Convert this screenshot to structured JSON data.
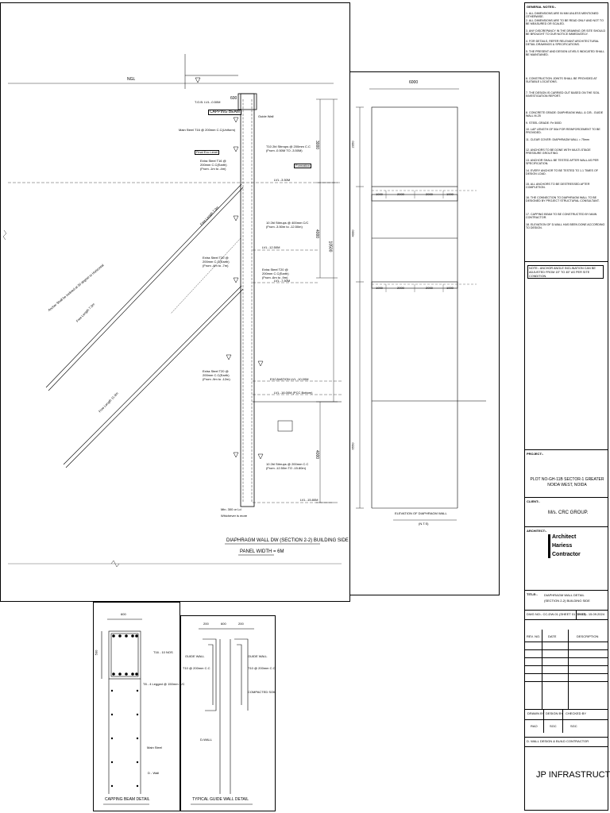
{
  "section_drawing": {
    "title": "DIAPHRAGM WALL DW  (SECTION  2-2)  BUILDING SIDE",
    "subtitle": "PANEL WIDTH = 6M",
    "labels": {
      "ngl": "NGL",
      "capping_beam": "CAPPING BEAM",
      "guide_wall": "Guide Wall",
      "main_steel_1": "Main Steel T16 @ 200mm C.C(Uniform)",
      "stirrups_1": "T10 2bl Stirrups @ 200mm C.C (From -0.50M TO -3.50M)",
      "stirrups_2": "10 2bl Stirrups @ 400mm C/C (From -3.50m to -12.50m)",
      "stirrups_3": "10 2bl Stirrups @ 200mm C.C (From -12.50m TO -15.80m)",
      "extra_steel_1": "Extra Steel T16 @ 200mm C.C(Earth) (From -1m to -4m)",
      "extra_steel_2": "Extra Steel T20 @ 200mm C.C(Earth) (From -4m to -7m)",
      "extra_steel_3": "Extra Steel T20 @ 200mm C.C(Earth) (From -6m to -9m)",
      "extra_steel_4": "Extra Steel T20 @ 200mm C.C(Earth) (From -9m to -12m)",
      "free_length_1": "Free Length 7.0m",
      "free_length_2": "Free Length 7.0m",
      "free_length_3": "Free Length 11.0m",
      "anchor_note": "Anchor Shall be inclined at 30 degree to Horizontal",
      "lvl_top": "T.O.B. LVL -0.50M",
      "lvl_1": "LVL -3.50M",
      "lvl_2": "LVL -7.50M",
      "lvl_3": "EXCAVATION LVL -10.00M",
      "lvl_4": "LVL -12.50M",
      "lvl_5": "LVL -15.80M",
      "lvl_pcc": "LVL -16.00M (PCC Bottom)",
      "final_exc": "Final Exc Level",
      "formation": "Formation",
      "min_embed": "Min. 300 or Ld",
      "min_embed2": "Whichever is more",
      "dim_3000": "3000",
      "dim_4000": "4000",
      "dim_4000b": "4000",
      "dim_10500": "10500",
      "dim_600": "600"
    }
  },
  "elevation_drawing": {
    "title": "ELEVATION OF DIAPHRAGM WALL",
    "scale": "(N.T.S)",
    "width_dim": "6000",
    "spacing": [
      "1000",
      "2000",
      "2000",
      "1000"
    ],
    "spacing_b": [
      "1000",
      "2000",
      "2000",
      "1000"
    ],
    "left_dims": [
      "2050",
      "4000",
      "6550"
    ]
  },
  "capping_beam_detail": {
    "title": "CAPPING BEAM DETAIL",
    "width": "600",
    "height": "500",
    "labels": [
      "T16 - 10 NOS",
      "T8 - 4 Legged @ 150mm C/C",
      "Main Steel",
      "D - Wall"
    ]
  },
  "guide_wall_detail": {
    "title": "TYPICAL GUIDE WALL DETAIL",
    "dims": [
      "200",
      "600",
      "200"
    ],
    "labels": [
      "T10 @ 200mm C.C",
      "T10 @ 200mm C.C",
      "GUIDE WALL",
      "GUIDE WALL",
      "COMPACTED SOIL",
      "D-WALL"
    ]
  },
  "title_block": {
    "general_notes_title": "GENERAL NOTES:-",
    "notes": [
      "1. ALL DIMENSIONS ARE IN MM UNLESS MENTIONED OTHERWISE.",
      "2. ALL DIMENSIONS ARE TO BE READ ONLY AND NOT TO BE MEASURED OR SCALED.",
      "3. ANY DISCREPANCY IN THE DRAWING OR SITE SHOULD BE BROUGHT TO OUR NOTICE IMMEDIATELY.",
      "4. FOR DETAILS, REFER RELEVANT ARCHITECTURAL DETAIL DRAWINGS & SPECIFICATIONS.",
      "5. THE PRESENT AND DESIGN LEVELS INDICATED SHALL BE MAINTAINED.",
      "6. CONSTRUCTION JOINTS SHALL BE PROVIDED AT SUITABLE LOCATIONS.",
      "7. THE DESIGN IS CARRIED OUT BASED ON THE SOIL INVESTIGATION REPORT.",
      "8. CONCRETE GRADE: DIAPHRAGM WALL & C/B - GUIDE WALL M-25",
      "9. STEEL GRADE: Fe 500D",
      "10. LAP LENGTH OF 50d FOR REINFORCEMENT TO BE PROVIDED.",
      "11. CLEAR COVER: DIAPHRAGM WALL = 75mm",
      "12. ANCHORS TO BE DONE WITH MULTI-STAGE PRESSURE GROUTING.",
      "13. ANCHOR SHALL BE TESTED AFTER WALL AS PER SPECIFICATION.",
      "14. EVERY ANCHOR TO BE TESTED TO 1.1 TIMES OF DESIGN LOAD.",
      "15. ALL ANCHORS TO BE DESTRESSED AFTER COMPLETION.",
      "16. THE CONNECTION TO DIAPHRAGM WALL TO BE DESIGNED BY PROJECT STRUCTURAL CONSULTANT.",
      "17. CAPPING BEAM TO BE CONSTRUCTED BY MAIN CONTRACTOR.",
      "18. ELEVATION OF D-WALL HAS BEEN DONE ACCORDING TO DESIGN."
    ],
    "note_box": "NOTE:- ANCHOR ANGLE INCLINATION CAN BE ADJUSTED FROM 15° TO 45° AS PER SITE CONDITION.",
    "project_label": "PROJECT:-",
    "project": "PLOT NO-GH-11B SECTOR-1 GREATER NOIDA WEST, NOIDA",
    "client_label": "CLIENT:-",
    "client": "M/s. CRC GROUP.",
    "architect_label": "ARCHITECT:-",
    "architect_lines": [
      "Architect",
      "Hariess",
      "Contractor"
    ],
    "title_label": "TITLE:-",
    "title_lines": [
      "DIAPHRAGM WALL DETAIL",
      "(SECTION 2-2)  BUILDING SIDE"
    ],
    "dwg_no": "DWG NO:- CC-DW-01 (SHEET 01 OF 02)",
    "date": "DATE:- 15.09.2024",
    "rev_headers": [
      "REV. NO.",
      "DATE",
      "DESCRIPTION"
    ],
    "drawn_by_label": "DRAWN BY",
    "design_by_label": "DESIGN BY",
    "checked_by_label": "CHECKED BY",
    "drawn_by": "RAO",
    "design_by": "SGC",
    "checked_by": "SGC",
    "contractor_label": "D. WALL DESIGN & BUILD CONTRACTOR",
    "contractor": "JP INFRASTRUCTRE"
  }
}
